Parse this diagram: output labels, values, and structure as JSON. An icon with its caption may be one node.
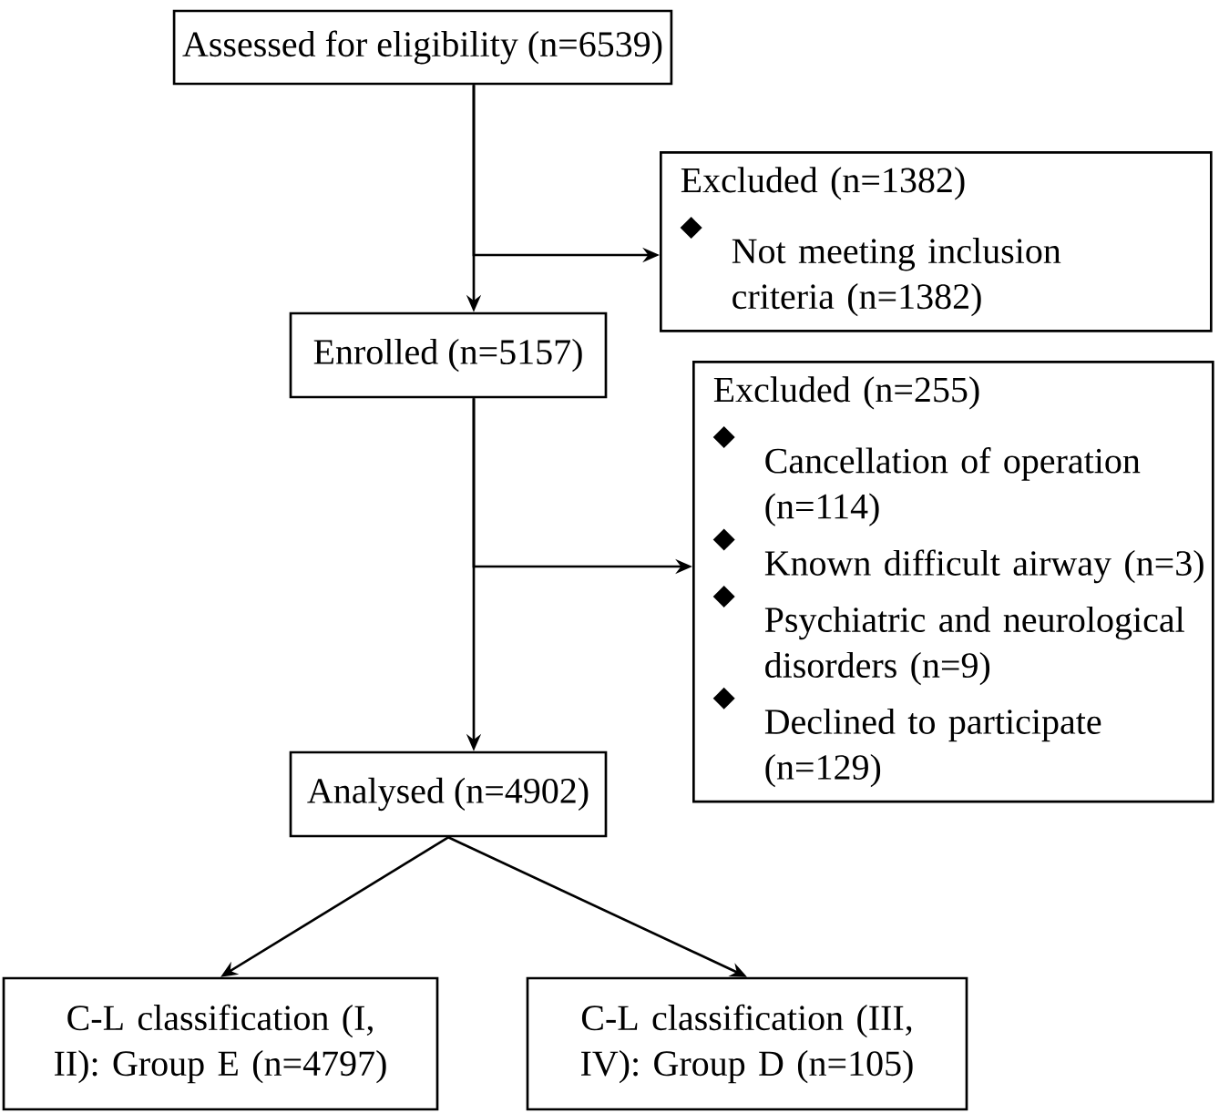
{
  "diagram": {
    "nodes": [
      {
        "text": [
          "Assessed for eligibility (n=6539)"
        ]
      },
      {
        "text": [
          "Excluded (n=1382)",
          "Not meeting inclusion criteria (n=1382)"
        ]
      },
      {
        "text": [
          "Enrolled (n=5157)"
        ]
      },
      {
        "text": [
          "Excluded (n=255)",
          "Cancellation of operation (n=114)",
          "Known difficult airway (n=3)",
          "Psychiatric and neurological disorders (n=9)",
          "Declined to participate (n=129)"
        ]
      },
      {
        "text": [
          "Analysed (n=4902)"
        ]
      },
      {
        "text": [
          "C-L classification (I, II): Group E (n=4797)"
        ]
      },
      {
        "text": [
          "C-L classification (III, IV): Group D (n=105)"
        ]
      }
    ],
    "edges": [
      {
        "from": 0,
        "to": 1,
        "arrow": "to"
      },
      {
        "from": 0,
        "to": 2,
        "arrow": "to"
      },
      {
        "from": 2,
        "to": 3,
        "arrow": "to"
      },
      {
        "from": 2,
        "to": 4,
        "arrow": "to"
      },
      {
        "from": 4,
        "to": 5,
        "arrow": "to"
      },
      {
        "from": 4,
        "to": 6,
        "arrow": "to"
      }
    ]
  }
}
